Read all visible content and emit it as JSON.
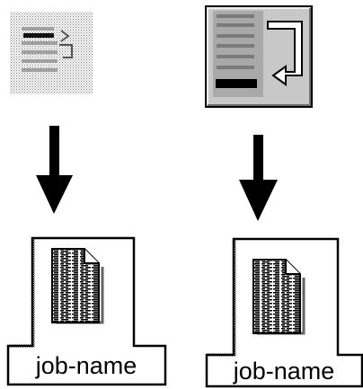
{
  "left": {
    "icon": "move-line-to-top-icon",
    "icon_state": "dimmed",
    "job_label": "job-name"
  },
  "right": {
    "icon": "move-line-to-bottom-icon",
    "icon_state": "raised",
    "job_label": "job-name"
  },
  "colors": {
    "ink": "#000000",
    "button_face": "#c8c8c8",
    "stipple": "#808080",
    "paper": "#ffffff"
  }
}
